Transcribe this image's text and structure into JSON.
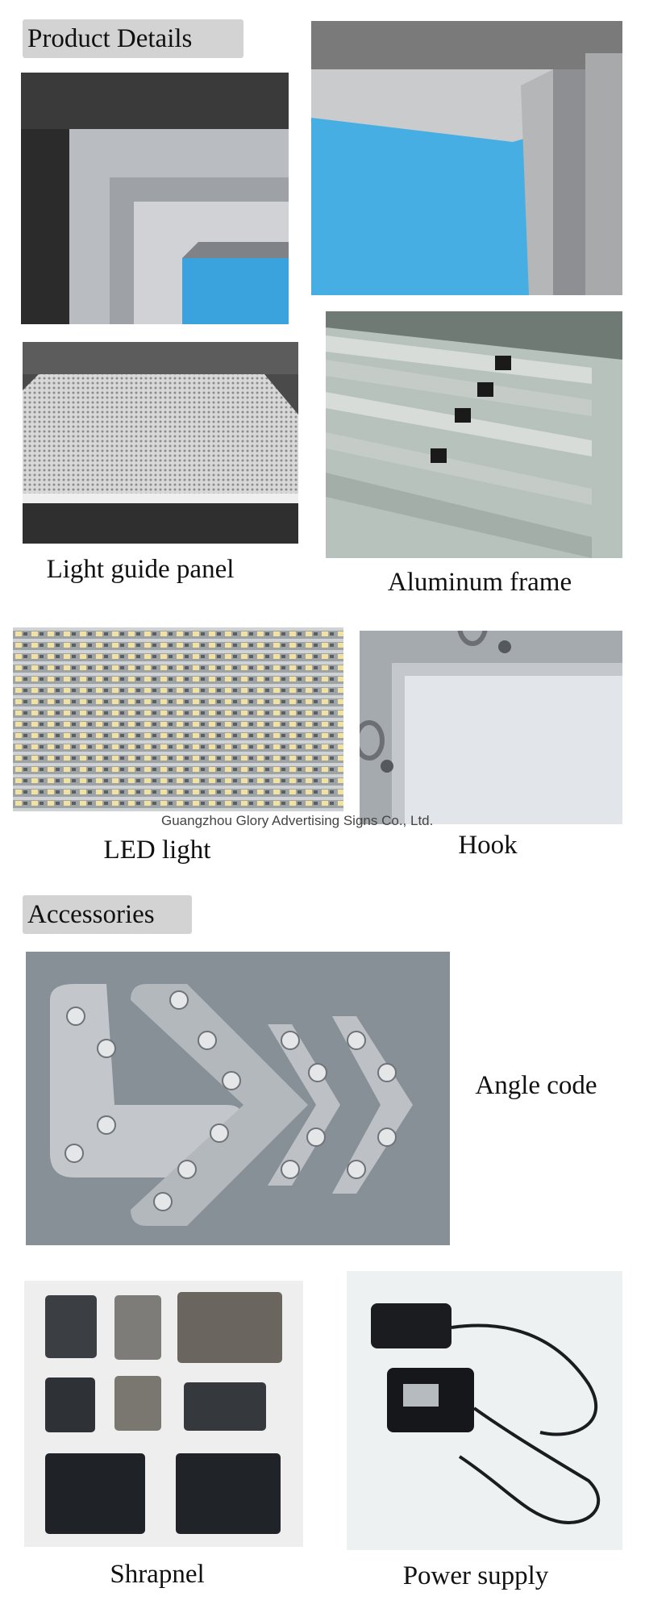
{
  "sections": {
    "product_details": "Product Details",
    "accessories": "Accessories"
  },
  "captions": {
    "light_guide_panel": "Light guide panel",
    "aluminum_frame": "Aluminum frame",
    "led_light": "LED light",
    "hook": "Hook",
    "angle_code": "Angle code",
    "shrapnel": "Shrapnel",
    "power_supply": "Power supply"
  },
  "watermark": "Guangzhou Glory Advertising Signs Co., Ltd."
}
